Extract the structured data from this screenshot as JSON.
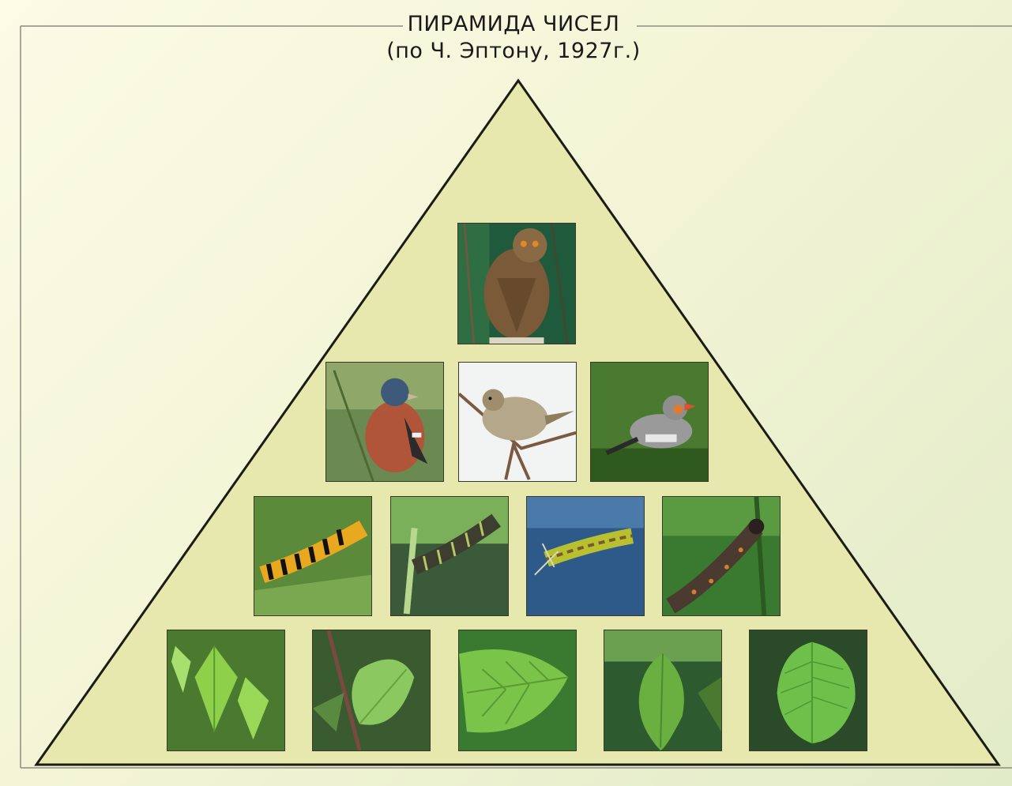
{
  "title": {
    "line1": "ПИРАМИДА ЧИСЕЛ",
    "line2": "(по Ч. Эптону, 1927г.)"
  },
  "colors": {
    "triangle_fill": "#e6e8ad",
    "triangle_stroke": "#1c1c14",
    "frame_line": "#8d8d80"
  },
  "levels": [
    {
      "name": "owl",
      "images": [
        "owl"
      ]
    },
    {
      "name": "small-birds",
      "images": [
        "chaffinch",
        "warbler",
        "zebra-finch"
      ]
    },
    {
      "name": "caterpillars",
      "images": [
        "cinnabar-caterpillar",
        "swallowtail-caterpillar",
        "hairy-caterpillar",
        "brown-caterpillar"
      ]
    },
    {
      "name": "leaves",
      "images": [
        "birch-leaves",
        "leaf-on-stem",
        "ribbed-leaf",
        "hanging-leaf",
        "serrated-leaf"
      ]
    }
  ]
}
